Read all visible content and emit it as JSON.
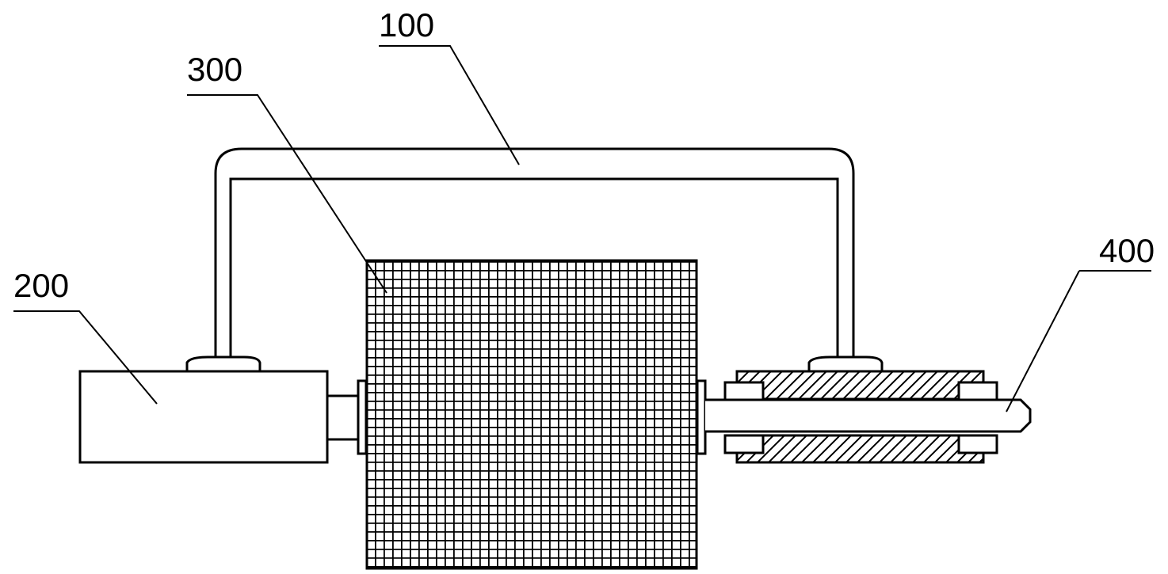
{
  "diagram": {
    "labels": {
      "frame": "100",
      "motor": "200",
      "mesh_drum": "300",
      "shaft": "400"
    },
    "colors": {
      "line": "#000000",
      "background": "#ffffff"
    }
  }
}
